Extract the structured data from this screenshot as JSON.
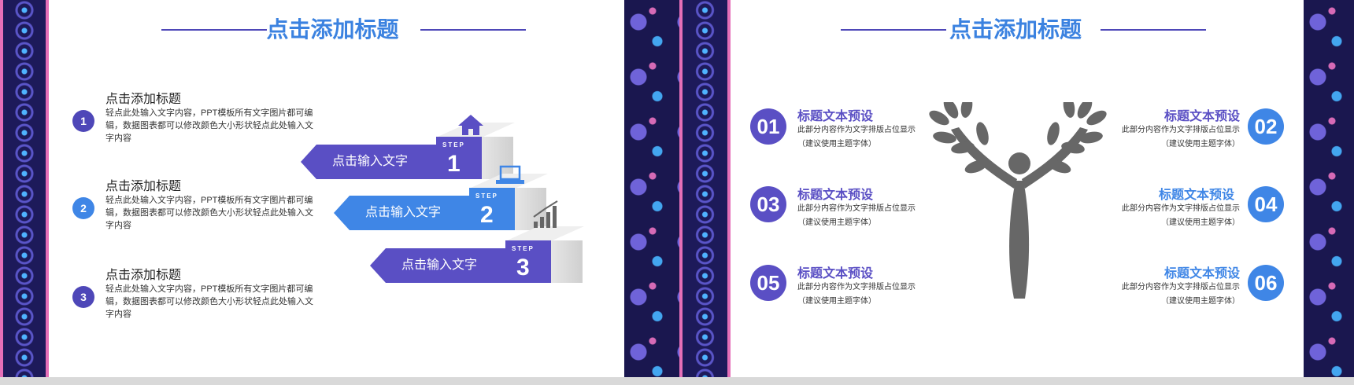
{
  "colors": {
    "purple": "#5b4fc8",
    "blue": "#3f86e6",
    "title": "#3b82e0",
    "tree": "#666666"
  },
  "slide1": {
    "title": "点击添加标题",
    "items": [
      {
        "num": "1",
        "title": "点击添加标题",
        "desc": "轻点此处输入文字内容，PPT模板所有文字图片都可编辑，数据图表都可以修改颜色大小形状轻点此处输入文字内容"
      },
      {
        "num": "2",
        "title": "点击添加标题",
        "desc": "轻点此处输入文字内容，PPT模板所有文字图片都可编辑，数据图表都可以修改颜色大小形状轻点此处输入文字内容"
      },
      {
        "num": "3",
        "title": "点击添加标题",
        "desc": "轻点此处输入文字内容，PPT模板所有文字图片都可编辑，数据图表都可以修改颜色大小形状轻点此处输入文字内容"
      }
    ],
    "steps": [
      {
        "label": "点击输入文字",
        "step_text": "STEP",
        "num": "1",
        "icon": "home-icon"
      },
      {
        "label": "点击输入文字",
        "step_text": "STEP",
        "num": "2",
        "icon": "laptop-icon"
      },
      {
        "label": "点击输入文字",
        "step_text": "STEP",
        "num": "3",
        "icon": "chart-icon"
      }
    ]
  },
  "slide2": {
    "title": "点击添加标题",
    "items": [
      {
        "num": "01",
        "title": "标题文本预设",
        "line1": "此部分内容作为文字排版占位显示",
        "line2": "（建议使用主题字体）"
      },
      {
        "num": "02",
        "title": "标题文本预设",
        "line1": "此部分内容作为文字排版占位显示",
        "line2": "（建议使用主题字体）"
      },
      {
        "num": "03",
        "title": "标题文本预设",
        "line1": "此部分内容作为文字排版占位显示",
        "line2": "（建议使用主题字体）"
      },
      {
        "num": "04",
        "title": "标题文本预设",
        "line1": "此部分内容作为文字排版占位显示",
        "line2": "（建议使用主题字体）"
      },
      {
        "num": "05",
        "title": "标题文本预设",
        "line1": "此部分内容作为文字排版占位显示",
        "line2": "（建议使用主题字体）"
      },
      {
        "num": "06",
        "title": "标题文本预设",
        "line1": "此部分内容作为文字排版占位显示",
        "line2": "（建议使用主题字体）"
      }
    ],
    "tree_icon": "tree-person-icon"
  }
}
